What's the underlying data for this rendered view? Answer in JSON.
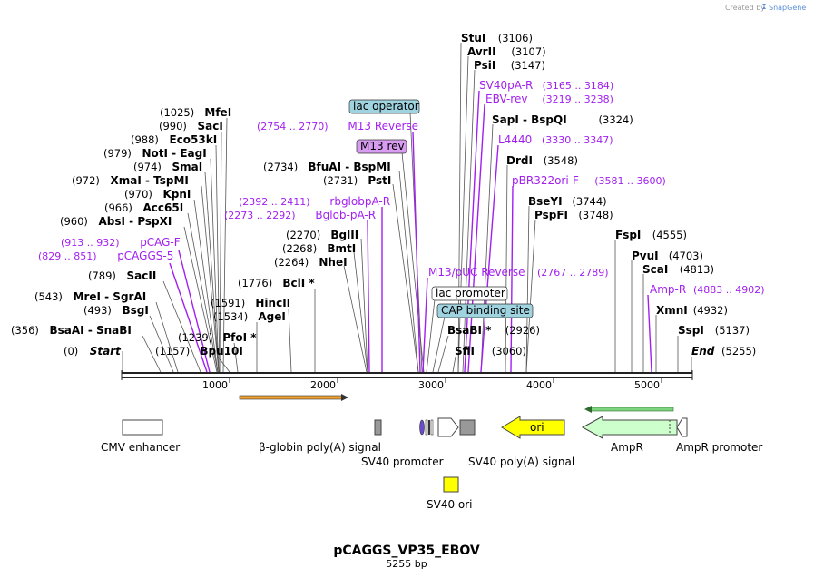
{
  "map": {
    "title": "pCAGGS_VP35_EBOV",
    "length_label": "5255 bp",
    "credit_prefix": "Created by",
    "credit_brand": "SnapGene",
    "ruler_ticks": [
      "1000",
      "2000",
      "3000",
      "4000",
      "5000"
    ]
  },
  "sites": [
    {
      "name": "Start",
      "pos": "(0)",
      "side": "left",
      "italic": true
    },
    {
      "name": "BsaAI",
      "name2": "SnaBI",
      "pos": "(356)",
      "side": "left"
    },
    {
      "name": "BsgI",
      "pos": "(493)",
      "side": "left"
    },
    {
      "name": "MreI",
      "name2": "SgrAI",
      "pos": "(543)",
      "side": "left"
    },
    {
      "name": "SacII",
      "pos": "(789)",
      "side": "left"
    },
    {
      "name": "AbsI",
      "name2": "PspXI",
      "pos": "(960)",
      "side": "left"
    },
    {
      "name": "Acc65I",
      "pos": "(966)",
      "side": "left"
    },
    {
      "name": "KpnI",
      "pos": "(970)",
      "side": "left"
    },
    {
      "name": "XmaI",
      "name2": "TspMI",
      "pos": "(972)",
      "side": "left"
    },
    {
      "name": "SmaI",
      "pos": "(974)",
      "side": "left"
    },
    {
      "name": "NotI",
      "name2": "EagI",
      "pos": "(979)",
      "side": "left"
    },
    {
      "name": "Eco53kI",
      "pos": "(988)",
      "side": "left"
    },
    {
      "name": "SacI",
      "pos": "(990)",
      "side": "left"
    },
    {
      "name": "MfeI",
      "pos": "(1025)",
      "side": "left"
    },
    {
      "name": "Bpu10I",
      "pos": "(1157)",
      "side": "left"
    },
    {
      "name": "PfoI *",
      "pos": "(1239)",
      "side": "left"
    },
    {
      "name": "AgeI",
      "pos": "(1534)",
      "side": "left"
    },
    {
      "name": "HincII",
      "pos": "(1591)",
      "side": "left"
    },
    {
      "name": "BclI *",
      "pos": "(1776)",
      "side": "left"
    },
    {
      "name": "NheI",
      "pos": "(2264)",
      "side": "left"
    },
    {
      "name": "BmtI",
      "pos": "(2268)",
      "side": "left"
    },
    {
      "name": "BglII",
      "pos": "(2270)",
      "side": "left"
    },
    {
      "name": "PstI",
      "pos": "(2731)",
      "side": "left"
    },
    {
      "name": "BfuAI",
      "name2": "BspMI",
      "pos": "(2734)",
      "side": "left"
    },
    {
      "name": "StuI",
      "pos": "(3106)",
      "side": "right"
    },
    {
      "name": "AvrII",
      "pos": "(3107)",
      "side": "right"
    },
    {
      "name": "PsiI",
      "pos": "(3147)",
      "side": "right"
    },
    {
      "name": "SapI",
      "name2": "BspQI",
      "pos": "(3324)",
      "side": "right"
    },
    {
      "name": "DrdI",
      "pos": "(3548)",
      "side": "right"
    },
    {
      "name": "BseYI",
      "pos": "(3744)",
      "side": "right"
    },
    {
      "name": "PspFI",
      "pos": "(3748)",
      "side": "right"
    },
    {
      "name": "BsaBI *",
      "pos": "(2926)",
      "side": "right"
    },
    {
      "name": "SfiI",
      "pos": "(3060)",
      "side": "right"
    },
    {
      "name": "FspI",
      "pos": "(4555)",
      "side": "right"
    },
    {
      "name": "PvuI",
      "pos": "(4703)",
      "side": "right"
    },
    {
      "name": "ScaI",
      "pos": "(4813)",
      "side": "right"
    },
    {
      "name": "XmnI",
      "pos": "(4932)",
      "side": "right"
    },
    {
      "name": "SspI",
      "pos": "(5137)",
      "side": "right"
    },
    {
      "name": "End",
      "pos": "(5255)",
      "side": "right",
      "italic": true
    }
  ],
  "primers": [
    {
      "name": "pCAG-F",
      "range": "(913 .. 932)",
      "side": "left"
    },
    {
      "name": "pCAGGS-5",
      "range": "(829 .. 851)",
      "side": "left"
    },
    {
      "name": "rbglobpA-R",
      "range": "(2392 .. 2411)",
      "side": "left"
    },
    {
      "name": "Bglob-pA-R",
      "range": "(2273 .. 2292)",
      "side": "left"
    },
    {
      "name": "M13 Reverse",
      "range": "(2754 .. 2770)",
      "side": "left"
    },
    {
      "name": "SV40pA-R",
      "range": "(3165 .. 3184)",
      "side": "right"
    },
    {
      "name": "EBV-rev",
      "range": "(3219 .. 3238)",
      "side": "right"
    },
    {
      "name": "L4440",
      "range": "(3330 .. 3347)",
      "side": "right"
    },
    {
      "name": "pBR322ori-F",
      "range": "(3581 .. 3600)",
      "side": "right"
    },
    {
      "name": "M13/pUC Reverse",
      "range": "(2767 .. 2789)",
      "side": "right"
    },
    {
      "name": "Amp-R",
      "range": "(4883 .. 4902)",
      "side": "right"
    }
  ],
  "boxed_labels": [
    {
      "name": "lac operator",
      "color": "#9fd3df"
    },
    {
      "name": "M13 rev",
      "color": "#d89cf0"
    },
    {
      "name": "lac promoter",
      "color": "#ffffff"
    },
    {
      "name": "CAP binding site",
      "color": "#9fd3df"
    }
  ],
  "features": [
    {
      "name": "CMV enhancer",
      "color": "#ffffff"
    },
    {
      "name": "β-globin poly(A) signal",
      "color": "#999999"
    },
    {
      "name": "SV40 promoter",
      "color": "#ffffff"
    },
    {
      "name": "SV40 poly(A) signal",
      "color": "#999999"
    },
    {
      "name": "SV40 ori",
      "color": "#ffff00"
    },
    {
      "name": "ori",
      "color": "#ffff00"
    },
    {
      "name": "AmpR",
      "color": "#ccffcc"
    },
    {
      "name": "AmpR promoter",
      "color": "#ffffff"
    }
  ],
  "colors": {
    "primer": "#a21ff0",
    "orange_arrow": "#f0a030",
    "green_arrow": "#2d9a2d",
    "backbone": "#222222"
  }
}
